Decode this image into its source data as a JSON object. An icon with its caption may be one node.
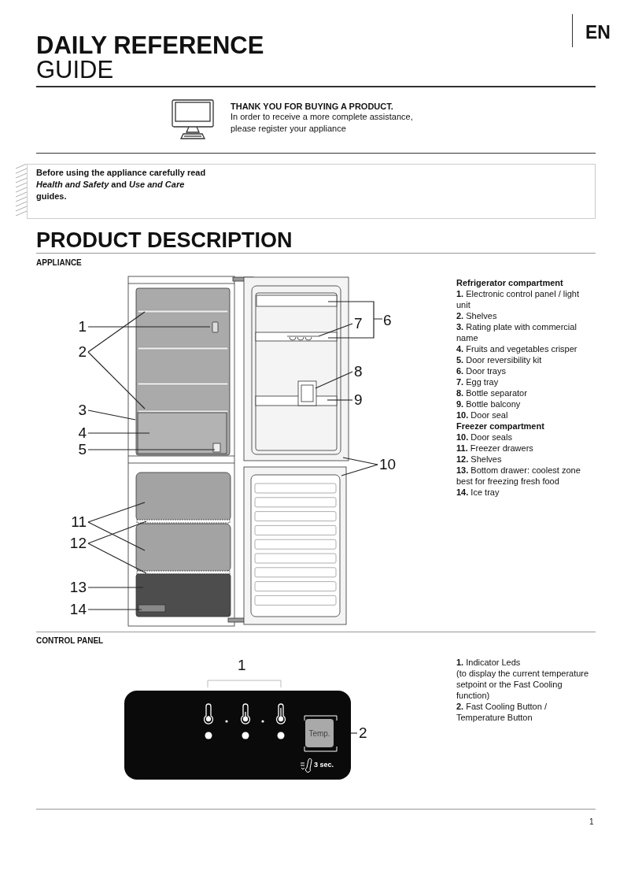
{
  "diagram": {
    "title": "**DAILY REFERENCE** GUIDE",
    "nodes": [
      {
        "text": [
          "1"
        ]
      },
      {
        "text": [
          "2"
        ]
      },
      {
        "text": [
          "3"
        ]
      },
      {
        "text": [
          "4"
        ]
      },
      {
        "text": [
          "5"
        ]
      },
      {
        "text": [
          "7"
        ]
      },
      {
        "text": [
          "8"
        ]
      },
      {
        "text": [
          "9"
        ]
      },
      {
        "text": [
          "10"
        ]
      },
      {
        "text": [
          "11"
        ]
      },
      {
        "text": [
          "12"
        ]
      },
      {
        "text": [
          "13"
        ]
      },
      {
        "text": [
          "14"
        ]
      },
      {
        "text": [
          "2"
        ]
      },
      {
        "text": [
          "Temp."
        ]
      }
    ],
    "edges": [
      {
        "from": 0,
        "to": null,
        "arrow": "none"
      },
      {
        "from": 1,
        "to": null,
        "arrow": "none"
      },
      {
        "from": 1,
        "to": null,
        "arrow": "none"
      },
      {
        "from": 2,
        "to": null,
        "arrow": "none"
      },
      {
        "from": 3,
        "to": null,
        "arrow": "none"
      },
      {
        "from": 4,
        "to": null,
        "arrow": "none"
      },
      {
        "from": 5,
        "to": null,
        "arrow": "none"
      },
      {
        "from": 6,
        "to": null,
        "arrow": "none"
      },
      {
        "from": 7,
        "to": null,
        "arrow": "none"
      },
      {
        "from": 8,
        "to": null,
        "arrow": "none"
      },
      {
        "from": 8,
        "to": null,
        "arrow": "none"
      },
      {
        "from": 9,
        "to": null,
        "arrow": "none"
      },
      {
        "from": 9,
        "to": null,
        "arrow": "none"
      },
      {
        "from": 10,
        "to": null,
        "arrow": "none"
      },
      {
        "from": 10,
        "to": null,
        "arrow": "none"
      },
      {
        "from": 11,
        "to": null,
        "arrow": "none"
      },
      {
        "from": 12,
        "to": null,
        "arrow": "none"
      },
      {
        "from": 13,
        "to": 14,
        "arrow": "none"
      }
    ],
    "labels": [
      "EN",
      "THANK YOU FOR BUYING A PRODUCT.",
      "In order to receive a more complete assistance, please register your appliance",
      "Before using the appliance carefully read *Health and Safety* and *Use and Care* guides.",
      "PRODUCT DESCRIPTION",
      "APPLIANCE",
      "Refrigerator compartment",
      "**1.** Electronic control panel / light unit",
      "**2.** Shelves",
      "**3.** Rating plate with commercial name",
      "**4.** Fruits and vegetables crisper",
      "**5.** Door reversibility kit",
      "**6.** Door trays",
      "**7.** Egg tray",
      "**8.** Bottle separator",
      "**9.** Bottle balcony",
      "**10.** Door seal",
      "Freezer compartment",
      "**10.** Door seals",
      "**11.** Freezer drawers",
      "**12.** Shelves",
      "**13.** Bottom drawer: coolest zone best for freezing fresh food",
      "**14.** Ice tray",
      "6",
      "CONTROL PANEL",
      "1",
      "3 sec.",
      "**1.** Indicator Leds",
      "(to display the current temperature setpoint or the Fast Cooling function)",
      "**2.** Fast Cooling Button / Temperature Button",
      "1"
    ]
  }
}
